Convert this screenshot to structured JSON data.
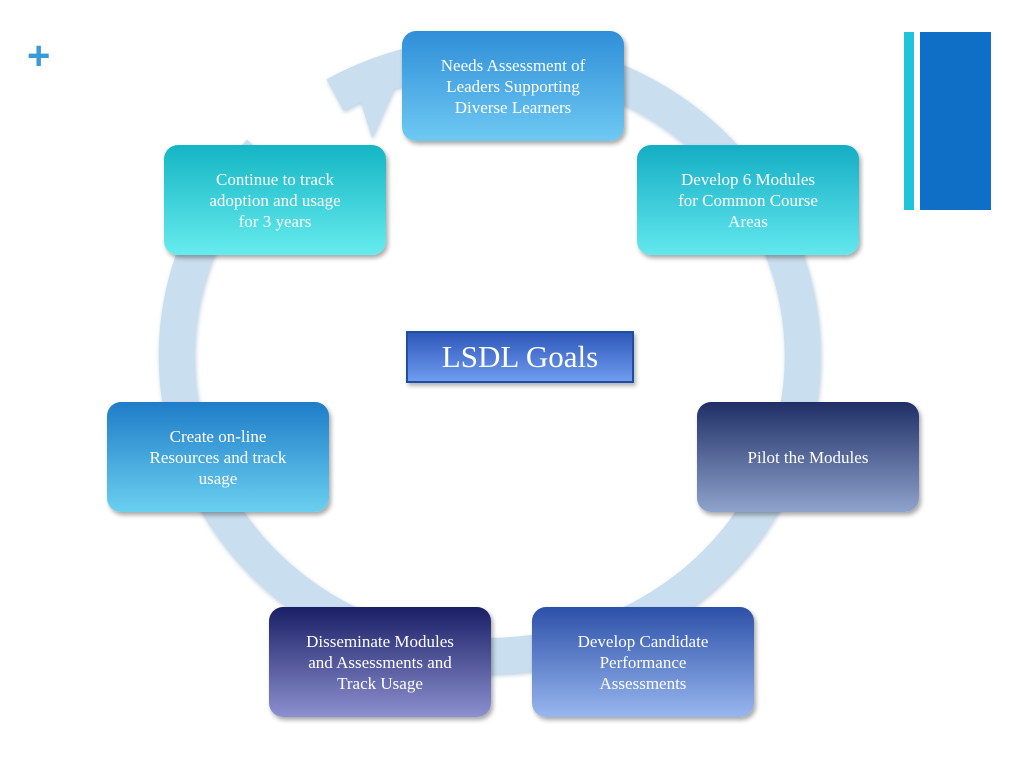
{
  "slide": {
    "plus_mark": "+",
    "center_title": "LSDL Goals"
  },
  "cycle": {
    "steps": [
      {
        "label": "Needs Assessment of\nLeaders Supporting\nDiverse Learners"
      },
      {
        "label": "Develop 6 Modules\nfor Common Course\nAreas"
      },
      {
        "label": "Pilot the Modules"
      },
      {
        "label": "Develop Candidate\nPerformance\nAssessments"
      },
      {
        "label": "Disseminate Modules\nand Assessments and\nTrack Usage"
      },
      {
        "label": "Create on-line\nResources and track\nusage"
      },
      {
        "label": "Continue to track\nadoption and usage\nfor 3 years"
      }
    ]
  },
  "colors": {
    "ring": "#c9deef",
    "accent_cyan": "#1ec4d8",
    "accent_blue": "#0f6fc6",
    "plus": "#3a9ad9"
  }
}
